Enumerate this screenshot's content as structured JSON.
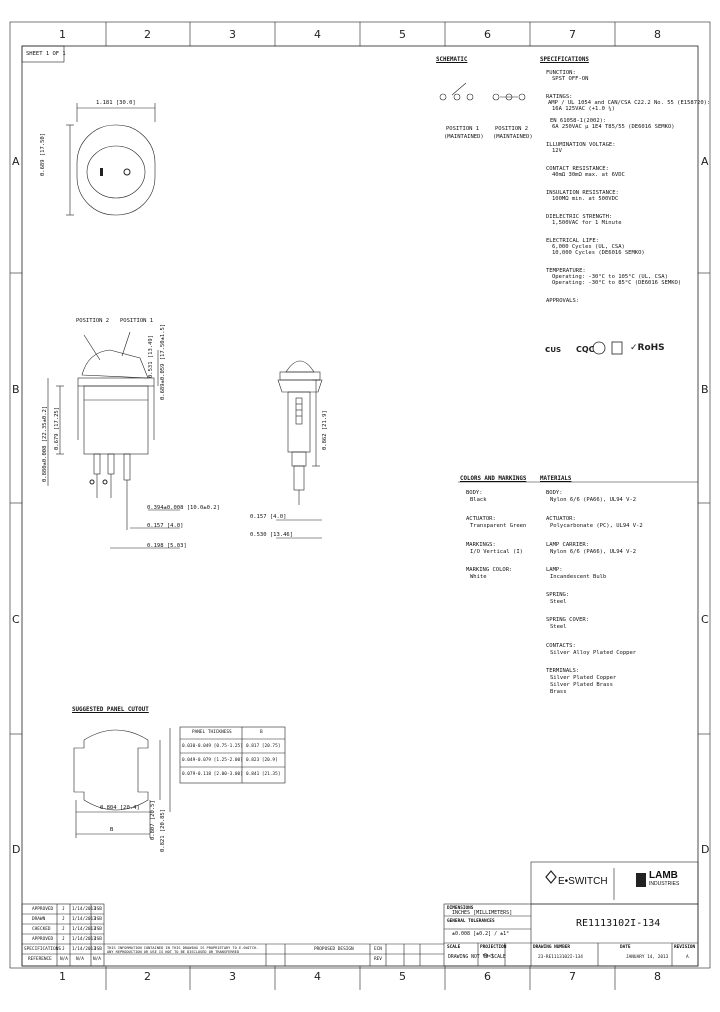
{
  "zones": {
    "cols": [
      "1",
      "2",
      "3",
      "4",
      "5",
      "6",
      "7",
      "8"
    ],
    "rows": [
      "A",
      "B",
      "C",
      "D"
    ]
  },
  "sheet": "SHEET 1 OF 1",
  "top_view": {
    "width_label": "1.181 [30.0]",
    "height_label": "0.689 [17.50]"
  },
  "side_view": {
    "position2": "POSITION 2",
    "position1": "POSITION 1",
    "dims": [
      "0.531 [13.49]",
      "0.689±0.059 [17.50±1.5]",
      "0.679 [17.25]",
      "0.880±0.008 [22.35±0.2]",
      "0.394±0.008 [10.0±0.2]",
      "0.157 [4.0]",
      "0.198 [5.03]"
    ]
  },
  "front_view": {
    "dims": [
      "0.862 [21.9]",
      "0.157 [4.0]",
      "0.530 [13.46]"
    ]
  },
  "schematic": {
    "title": "SCHEMATIC",
    "pos1": [
      "POSITION 1",
      "(MAINTAINED)"
    ],
    "pos2": [
      "POSITION 2",
      "(MAINTAINED)"
    ]
  },
  "specifications": {
    "title": "SPECIFICATIONS",
    "items": [
      {
        "label": "FUNCTION:",
        "lines": [
          "SPST OFF-ON"
        ]
      },
      {
        "label": "RATINGS:",
        "lines": [
          "AMP / UL 1054 and CAN/CSA C22.2 No. 55 (E158720):",
          "16A 125VAC (+1.0 ¼)",
          "",
          "EN 61058-1(2002):",
          "6A 250VAC μ 1E4 T85/55 (DE6016 SEMKO)"
        ]
      },
      {
        "label": "ILLUMINATION VOLTAGE:",
        "lines": [
          "12V"
        ]
      },
      {
        "label": "CONTACT RESISTANCE:",
        "lines": [
          "40mΩ 30mΩ max. at 6VDC"
        ]
      },
      {
        "label": "INSULATION RESISTANCE:",
        "lines": [
          "100MΩ min. at 500VDC"
        ]
      },
      {
        "label": "DIELECTRIC STRENGTH:",
        "lines": [
          "1,500VAC for 1 Minute"
        ]
      },
      {
        "label": "ELECTRICAL LIFE:",
        "lines": [
          "6,000 Cycles (UL, CSA)",
          "10,000 Cycles (DE6016 SEMKO)"
        ]
      },
      {
        "label": "TEMPERATURE:",
        "lines": [
          "Operating: -30°C to 105°C (UL, CSA)",
          "Operating: -30°C to 85°C (DE6016 SEMKO)"
        ]
      },
      {
        "label": "APPROVALS:",
        "lines": []
      }
    ],
    "approvals": [
      "cULus",
      "CQC",
      "ENEC",
      "RoHS"
    ]
  },
  "colors_markings": {
    "title": "COLORS AND MARKINGS",
    "items": [
      {
        "label": "BODY:",
        "value": "Black"
      },
      {
        "label": "ACTUATOR:",
        "value": "Transparent Green"
      },
      {
        "label": "MARKINGS:",
        "value": "I/O Vertical (I)"
      },
      {
        "label": "MARKING COLOR:",
        "value": "White"
      }
    ]
  },
  "materials": {
    "title": "MATERIALS",
    "items": [
      {
        "label": "BODY:",
        "lines": [
          "Nylon 6/6 (PA66), UL94 V-2"
        ]
      },
      {
        "label": "ACTUATOR:",
        "lines": [
          "Polycarbonate (PC), UL94 V-2"
        ]
      },
      {
        "label": "LAMP CARRIER:",
        "lines": [
          "Nylon 6/6 (PA66), UL94 V-2"
        ]
      },
      {
        "label": "LAMP:",
        "lines": [
          "Incandescent Bulb"
        ]
      },
      {
        "label": "SPRING:",
        "lines": [
          "Steel"
        ]
      },
      {
        "label": "SPRING COVER:",
        "lines": [
          "Steel"
        ]
      },
      {
        "label": "CONTACTS:",
        "lines": [
          "Silver Alloy Plated Copper"
        ]
      },
      {
        "label": "TERMINALS:",
        "lines": [
          "Silver Plated Copper",
          "Silver Plated Brass",
          "Brass"
        ]
      }
    ]
  },
  "panel_cutout": {
    "title": "SUGGESTED PANEL CUTOUT",
    "table_headers": [
      "PANEL THICKNESS",
      "B"
    ],
    "rows": [
      [
        "0.030-0.049 [0.75-1.25]",
        "0.817 [20.75]"
      ],
      [
        "0.049-0.079 [1.25-2.00]",
        "0.823 [20.9]"
      ],
      [
        "0.079-0.118 [2.00-3.00]",
        "0.841 [21.35]"
      ]
    ],
    "dims": [
      "0.804 [20.4]",
      "B",
      "0.807 [20.5]",
      "0.821 [20.85]"
    ]
  },
  "title_block": {
    "brand": "E•SWITCH",
    "brand2": "LAMB",
    "brand2_sub": "INDUSTRIES",
    "units_label": "DIMENSIONS",
    "units_value": "INCHES [MILLIMETERS]",
    "tol_label": "GENERAL TOLERANCES",
    "tol_value": "±0.008 [±0.2] / ±1°",
    "part_number": "RE1113102I-134",
    "scale": "DRAWING NOT TO SCALE",
    "drawing_no": "23-RE1113102I-134",
    "date": "JANUARY 14, 2013",
    "rev": "A",
    "col_labels": [
      "SCALE",
      "PROJECTION",
      "DRAWING NUMBER",
      "DATE",
      "REVISION"
    ]
  },
  "revision_block": {
    "rows": [
      [
        "APPROVED",
        "J",
        "1/14/2013",
        "JSB"
      ],
      [
        "DRAWN",
        "J",
        "1/14/2013",
        "JSB"
      ],
      [
        "CHECKED",
        "J",
        "1/14/2013",
        "JSB"
      ],
      [
        "APPROVED",
        "J",
        "1/14/2013",
        "JSB"
      ],
      [
        "SPECIFICATIONS",
        "J",
        "1/14/2013",
        "JSB"
      ],
      [
        "REFERENCE",
        "N/A",
        "N/A",
        "N/A"
      ]
    ],
    "notice": "THIS INFORMATION CONTAINED IN THIS DRAWING IS PROPRIETARY TO E-SWITCH. ANY REPRODUCTION OR USE IS NOT TO BE DISCLOSED OR TRANSFERRED",
    "ecn": [
      "PROPOSED DESIGN",
      "ECN",
      "REV"
    ]
  }
}
